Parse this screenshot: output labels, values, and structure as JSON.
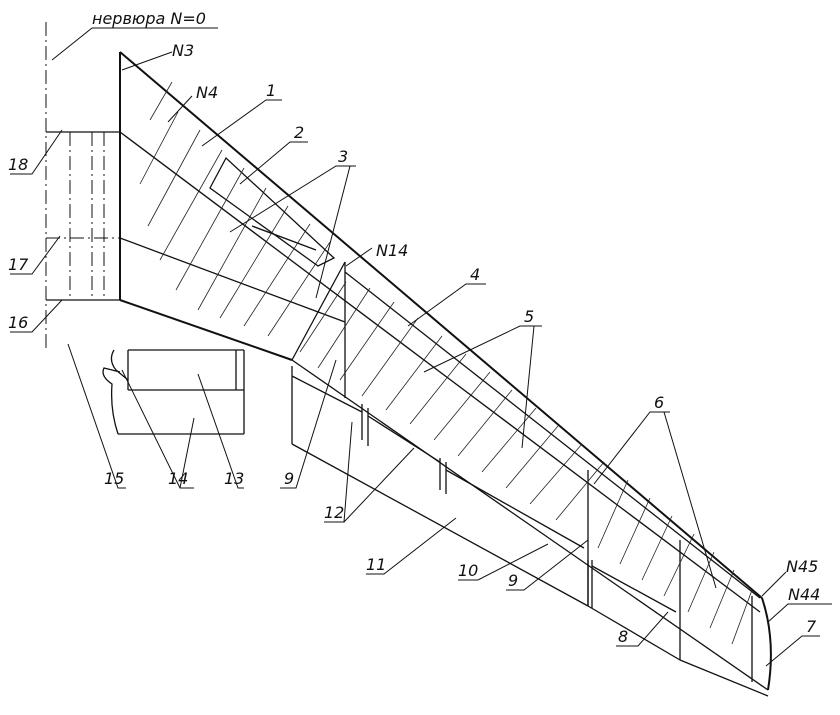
{
  "title": "нервюра N=0",
  "rib_labels": {
    "n3": "N3",
    "n4": "N4",
    "n14": "N14",
    "n44": "N44",
    "n45": "N45"
  },
  "callouts": {
    "c1": "1",
    "c2": "2",
    "c3": "3",
    "c4": "4",
    "c5": "5",
    "c6": "6",
    "c7": "7",
    "c8": "8",
    "c9a": "9",
    "c9b": "9",
    "c10": "10",
    "c11": "11",
    "c12": "12",
    "c13": "13",
    "c14": "14",
    "c15": "15",
    "c16": "16",
    "c17": "17",
    "c18": "18"
  }
}
